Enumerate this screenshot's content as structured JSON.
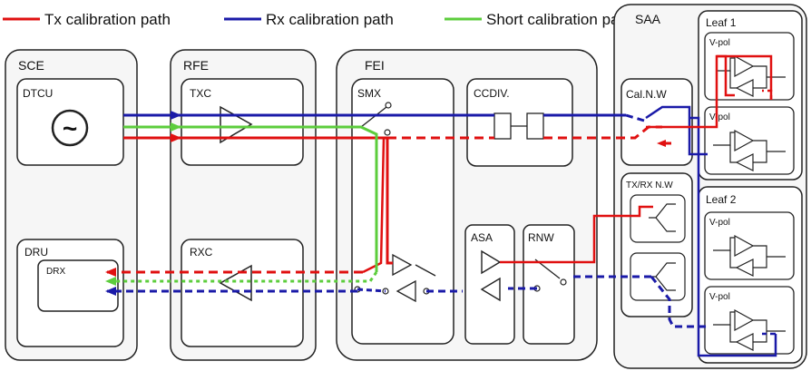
{
  "legend": {
    "tx": "Tx calibration path",
    "rx": "Rx calibration path",
    "short": "Short calibration path"
  },
  "colors": {
    "tx": "#e01010",
    "rx": "#1a1aa8",
    "short": "#5ccd3c",
    "box": "#222222",
    "panel_fill": "#f6f6f6"
  },
  "blocks": {
    "sce": "SCE",
    "dtcu": "DTCU",
    "oscillator_symbol": "~",
    "dru": "DRU",
    "drx": "DRX",
    "rfe": "RFE",
    "txc": "TXC",
    "rxc": "RXC",
    "fei": "FEI",
    "smx": "SMX",
    "ccdiv": "CCDIV.",
    "asa": "ASA",
    "rnw": "RNW",
    "saa": "SAA",
    "caln": "Cal.N.W",
    "txrx": "TX/RX N.W",
    "leaf1": "Leaf 1",
    "leaf2": "Leaf 2",
    "vpol": "V-pol"
  }
}
